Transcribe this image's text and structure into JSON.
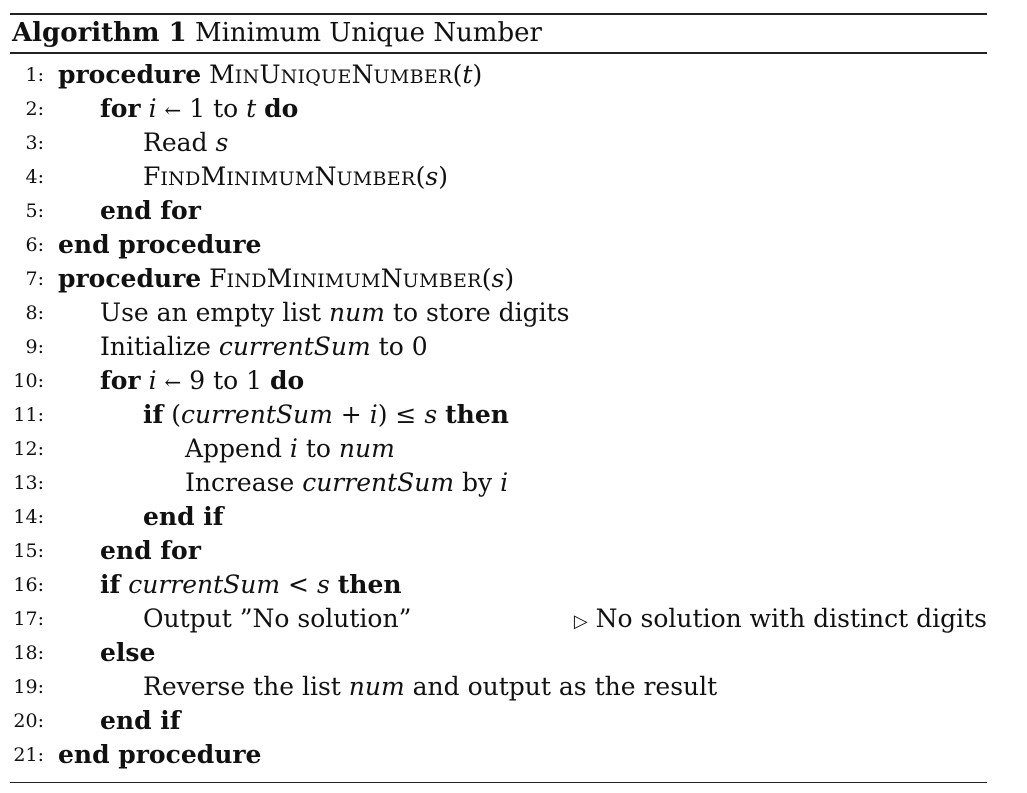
{
  "algorithm": {
    "label": "Algorithm 1",
    "title": "Minimum Unique Number",
    "comment_marker": "▷",
    "lines": [
      {
        "n": "1:",
        "text": "procedure MinUniqueNumber(t)"
      },
      {
        "n": "2:",
        "text": "for i ← 1 to t do"
      },
      {
        "n": "3:",
        "text": "Read s"
      },
      {
        "n": "4:",
        "text": "FindMinimumNumber(s)"
      },
      {
        "n": "5:",
        "text": "end for"
      },
      {
        "n": "6:",
        "text": "end procedure"
      },
      {
        "n": "7:",
        "text": "procedure FindMinimumNumber(s)"
      },
      {
        "n": "8:",
        "text": "Use an empty list num to store digits"
      },
      {
        "n": "9:",
        "text": "Initialize currentSum to 0"
      },
      {
        "n": "10:",
        "text": "for i ← 9 to 1 do"
      },
      {
        "n": "11:",
        "text": "if (currentSum + i) ≤ s then"
      },
      {
        "n": "12:",
        "text": "Append i to num"
      },
      {
        "n": "13:",
        "text": "Increase currentSum by i"
      },
      {
        "n": "14:",
        "text": "end if"
      },
      {
        "n": "15:",
        "text": "end for"
      },
      {
        "n": "16:",
        "text": "if currentSum < s then"
      },
      {
        "n": "17:",
        "text": "Output ”No solution”",
        "comment": "No solution with distinct digits"
      },
      {
        "n": "18:",
        "text": "else"
      },
      {
        "n": "19:",
        "text": "Reverse the list num and output as the result"
      },
      {
        "n": "20:",
        "text": "end if"
      },
      {
        "n": "21:",
        "text": "end procedure"
      }
    ]
  }
}
